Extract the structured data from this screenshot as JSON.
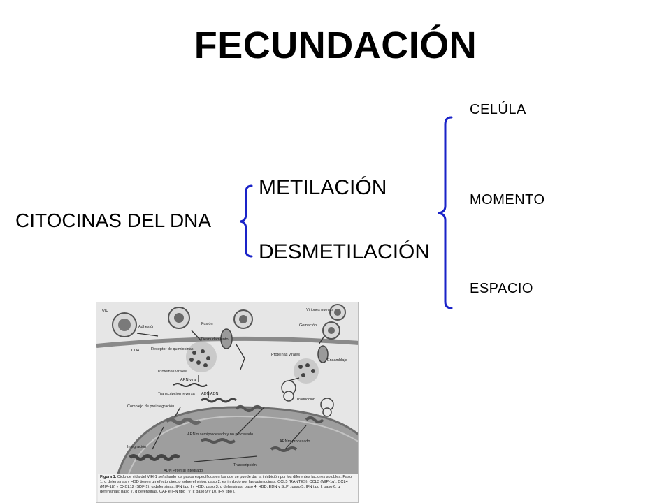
{
  "title": "FECUNDACIÓN",
  "root": "CITOCINAS DEL DNA",
  "branches": [
    "METILACIÓN",
    "DESMETILACIÓN"
  ],
  "leaves": [
    "CELÚLA",
    "MOMENTO",
    "ESPACIO"
  ],
  "brace_color": "#1a23c8",
  "figure": {
    "labels": {
      "vih": "VIH",
      "adhesion": "Adhesión",
      "fusion": "Fusión",
      "cd4": "CD4",
      "receptor": "Receptor de quimiocinas",
      "desnudamiento": "Desnudamiento",
      "proteinas_virales_left": "Proteínas virales",
      "arn_viral": "ARN viral",
      "transcripcion_reversa": "Transcripción reversa",
      "adn_adn": "ADN ADN",
      "complejo": "Complejo de preintegración",
      "integracion": "Integración",
      "adn_proviral": "ADN Proviral integrado",
      "transcripcion": "Transcripción",
      "arnm_semiprocesado": "ARNm semiprocesado y no procesado",
      "arnm_procesado": "ARNm procesado",
      "traduccion": "Traducción",
      "proteinas_virales_right": "Proteínas virales",
      "ensamblaje": "Ensamblaje",
      "gemacion": "Gemación",
      "viriones": "Viriones nuevos"
    },
    "caption_label": "Figura 1.",
    "caption_text": "Ciclo de vida del VIH-1 señalando los pasos específicos en los que se puede dar la inhibición por los diferentes factores solubles. Paso 1, α defensinas y HBD tienen un efecto directo sobre el virión; paso 2, es inhibido por las quimiocinas: CCL5 (RANTES), CCL3 (MIP-1α), CCL4 (MIP-1β) y CXCL12 (SDF-1), α defensinas, IFN tipo I y HBD; paso 3, α defensinas; paso 4, HBD, EDN y SLPI; paso 5, IFN tipo I; paso 6, α defensinas; paso 7, α defensinas, CAF e IFN tipo I y II; paso 9 y 10, IFN tipo I."
  }
}
